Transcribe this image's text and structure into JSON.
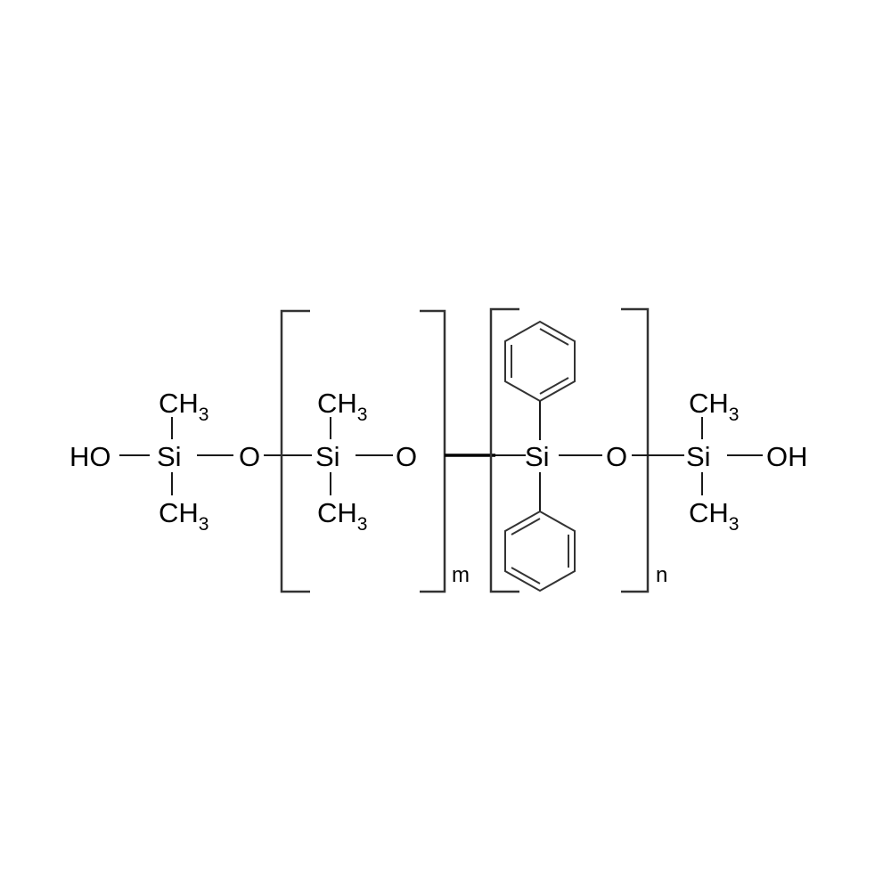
{
  "structure": {
    "atoms": {
      "hydroxyl_left": "HO",
      "hydroxyl_right": "OH",
      "silicon": "Si",
      "oxygen": "O",
      "methyl_base": "CH",
      "methyl_sub": "3"
    },
    "repeat_indices": {
      "first_unit": "m",
      "second_unit": "n"
    }
  }
}
